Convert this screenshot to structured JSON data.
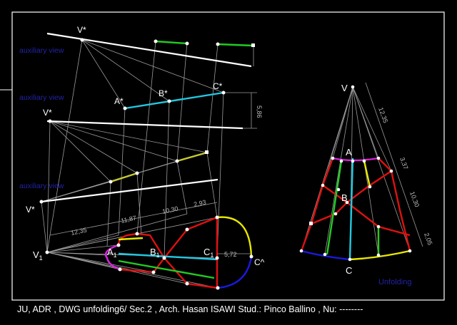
{
  "colors": {
    "background": "#000000",
    "border": "#ffffff",
    "thin": "#9a9a9a",
    "white_line": "#ffffff",
    "green": "#22cc22",
    "cyan": "#22c8e0",
    "yellow": "#e8e800",
    "red": "#e01010",
    "blue": "#1a1ae0",
    "magenta": "#dd22dd",
    "olive": "#c8c832",
    "dark_label": "#2222aa",
    "white_label": "#ffffff",
    "dim_text": "#bbbbbb"
  },
  "labels": {
    "v_star_top": "V*",
    "aux_view_1": "auxiliary view",
    "aux_view_2": "auxiliary view",
    "aux_view_3": "auxiliary view",
    "a_star": "A*",
    "b_star": "B*",
    "c_star": "C*",
    "v_star_mid": "V*",
    "v_star_low": "V*",
    "v1_main": "V",
    "v1_sub": "1",
    "a1_main": "A",
    "a1_sub": "1",
    "b1_main": "B",
    "b1_sub": "1",
    "c1_main": "C",
    "c1_sub": "1",
    "c_caret": "C^",
    "dim_1235": "12,35",
    "dim_1187": "11,87",
    "dim_1030": "10,30",
    "dim_293": "2,93",
    "dim_572": "5,72",
    "dim_586": "5,86",
    "unf_v": "V",
    "unf_a": "A",
    "unf_b": "B",
    "unf_c": "C",
    "unf_dim_1235": "12,35",
    "unf_dim_337": "3,37",
    "unf_dim_1030": "10,30",
    "unf_dim_205": "2,05",
    "unfolding": "Unfolding"
  },
  "footer": {
    "text": "JU,  ADR , DWG unfolding6/ Sec.2 , Arch. Hasan ISAWI Stud.: Pinco Ballino , Nu: --------"
  }
}
